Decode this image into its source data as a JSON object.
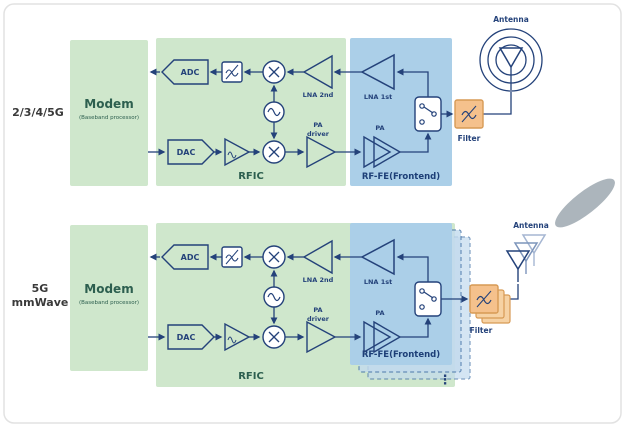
{
  "colors": {
    "box_green": "#cfe7cc",
    "box_blue": "#abcfe8",
    "filter_orange": "#f5c18c",
    "filter_orange_border": "#d79a55",
    "line_navy": "#24427a",
    "label_dark_green": "#2d5f4f",
    "beam_gray": "#a3adb5"
  },
  "labels": {
    "modem": "Modem",
    "modem_sub": "(Baseband processor)",
    "adc": "ADC",
    "dac": "DAC",
    "rfic": "RFIC",
    "lna2": "LNA 2nd",
    "lna1": "LNA 1st",
    "pa_drv1": "PA",
    "pa_drv2": "driver",
    "pa": "PA",
    "rffe": "RF-FE(Frontend)",
    "filter": "Filter",
    "antenna": "Antenna",
    "more": "⋮"
  },
  "sections": [
    {
      "side_label": "2/3/4/5G"
    },
    {
      "side_label_l1": "5G",
      "side_label_l2": "mmWave"
    }
  ]
}
